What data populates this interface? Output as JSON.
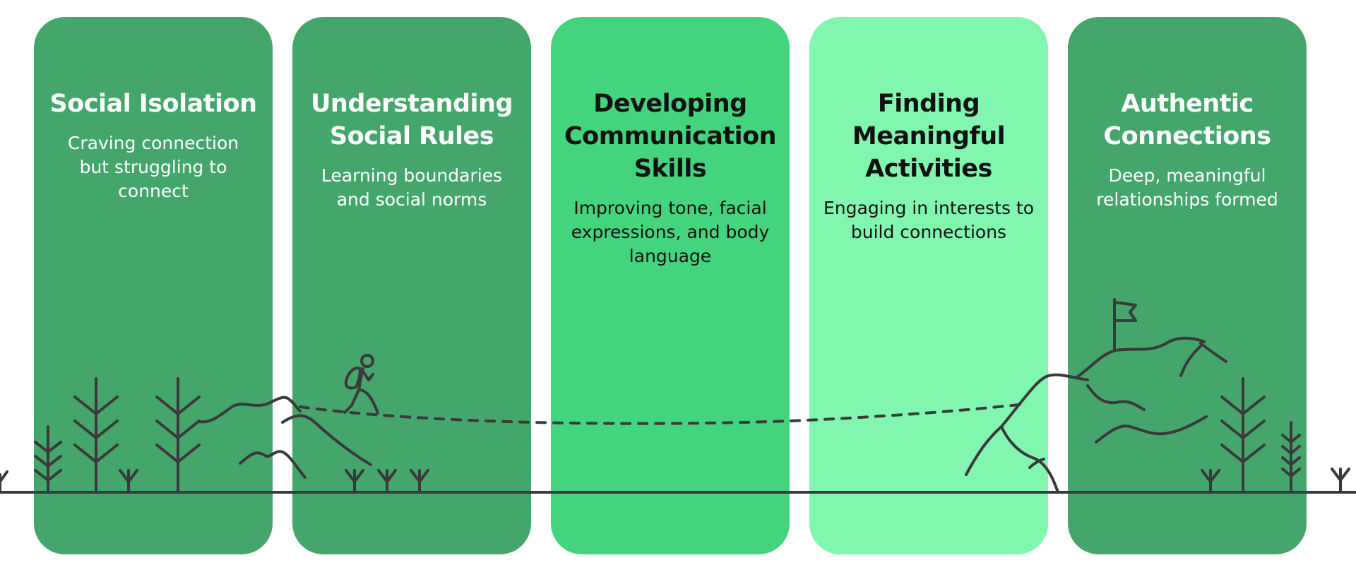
{
  "colors": {
    "background": "#ffffff",
    "dark_green": "#44a66b",
    "mid_green": "#43d47d",
    "light_green": "#80f6af",
    "line": "#3a3a3a"
  },
  "stages": [
    {
      "title": "Social Isolation",
      "description": "Craving connection but struggling to connect",
      "color": "#44a66b"
    },
    {
      "title": "Understanding Social Rules",
      "description": "Learning boundaries and social norms",
      "color": "#44a66b"
    },
    {
      "title": "Developing Communication Skills",
      "description": "Improving tone, facial expressions, and body language",
      "color": "#43d47d"
    },
    {
      "title": "Finding Meaningful Activities",
      "description": "Engaging in interests to build connections",
      "color": "#80f6af"
    },
    {
      "title": "Authentic Connections",
      "description": "Deep, meaningful relationships formed",
      "color": "#44a66b"
    }
  ],
  "icons": {
    "hiker": "hiker-icon",
    "flag": "summit-flag-icon",
    "tree": "pine-tree-icon",
    "mountain": "mountain-icon",
    "grass": "grass-tuft-icon"
  }
}
